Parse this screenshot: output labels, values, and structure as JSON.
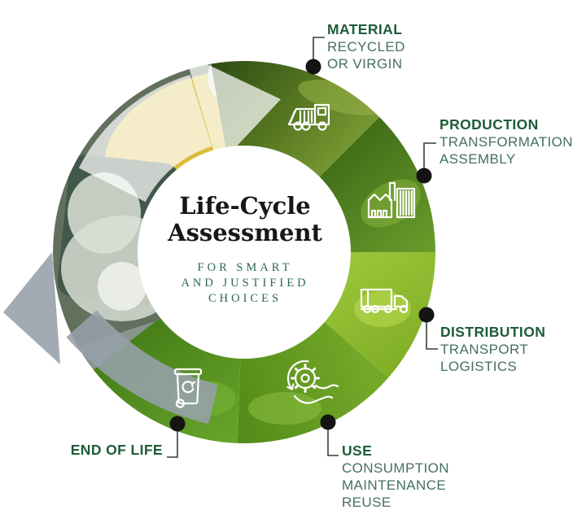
{
  "diagram": {
    "center": {
      "title_line1": "Life-Cycle",
      "title_line2": "Assessment",
      "subtitle_line1": "FOR SMART",
      "subtitle_line2": "AND JUSTIFIED",
      "subtitle_line3": "CHOICES"
    },
    "stages": [
      {
        "name": "material",
        "title": "MATERIAL",
        "lines": [
          "RECYCLED",
          "OR VIRGIN"
        ],
        "icon": "garbage-truck-icon"
      },
      {
        "name": "production",
        "title": "PRODUCTION",
        "lines": [
          "TRANSFORMATION",
          "ASSEMBLY"
        ],
        "icon": "factory-icon"
      },
      {
        "name": "distribution",
        "title": "DISTRIBUTION",
        "lines": [
          "TRANSPORT",
          "LOGISTICS"
        ],
        "icon": "semi-truck-icon"
      },
      {
        "name": "use",
        "title": "USE",
        "lines": [
          "CONSUMPTION",
          "MAINTENANCE",
          "REUSE"
        ],
        "icon": "gear-reuse-icon"
      },
      {
        "name": "end-of-life",
        "title": "END OF LIFE",
        "lines": [],
        "icon": "wheelie-bin-icon"
      }
    ],
    "colors": {
      "label_title_green": "#1e5c39",
      "label_text_green": "#45715b",
      "center_title": "#171717",
      "center_subtitle": "#2e684d",
      "connector": "#2f4237",
      "dot_black": "#141414",
      "segment_material": "#2e4d14",
      "segment_production": "#4a7d1c",
      "segment_distribution": "#95c235",
      "segment_use": "#74a928",
      "segment_end_of_life": "#68a52c",
      "arrow_white": "#ffffff",
      "arrow_gray": "#96a0aa"
    }
  }
}
